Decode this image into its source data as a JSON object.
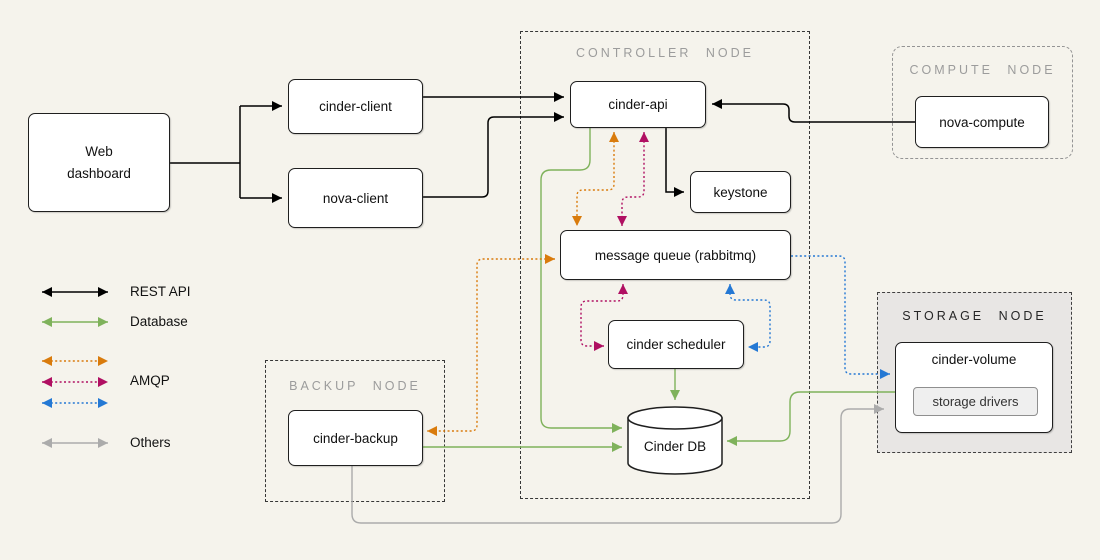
{
  "nodes": {
    "controller": {
      "label": "CONTROLLER NODE"
    },
    "compute": {
      "label": "COMPUTE NODE"
    },
    "backup": {
      "label": "BACKUP NODE"
    },
    "storage": {
      "label": "STORAGE NODE"
    }
  },
  "components": {
    "web_dashboard": {
      "label": "Web dashboard"
    },
    "cinder_client": {
      "label": "cinder-client"
    },
    "nova_client": {
      "label": "nova-client"
    },
    "cinder_api": {
      "label": "cinder-api"
    },
    "keystone": {
      "label": "keystone"
    },
    "message_queue": {
      "label": "message queue (rabbitmq)"
    },
    "cinder_scheduler": {
      "label": "cinder scheduler"
    },
    "cinder_db": {
      "label": "Cinder DB"
    },
    "nova_compute": {
      "label": "nova-compute"
    },
    "cinder_backup": {
      "label": "cinder-backup"
    },
    "cinder_volume": {
      "label": "cinder-volume"
    },
    "storage_drivers": {
      "label": "storage drivers"
    }
  },
  "legend": {
    "items": [
      {
        "label": "REST API",
        "color": "#000000",
        "style": "solid"
      },
      {
        "label": "Database",
        "color": "#7fb25b",
        "style": "solid"
      },
      {
        "label": "AMQP",
        "colors": [
          "#d97b0c",
          "#b00f62",
          "#2478d4"
        ],
        "style": "dotted"
      },
      {
        "label": "Others",
        "color": "#ababab",
        "style": "solid"
      }
    ]
  },
  "colors": {
    "rest_api": "#000000",
    "database": "#7fb25b",
    "amqp_orange": "#d97b0c",
    "amqp_magenta": "#b00f62",
    "amqp_blue": "#2478d4",
    "others": "#ababab",
    "background": "#f5f3ec",
    "storage_node_fill": "#e8e6e4"
  },
  "edges": [
    {
      "from": "web_dashboard",
      "to": "cinder_client",
      "type": "REST API",
      "bidirectional": false
    },
    {
      "from": "web_dashboard",
      "to": "nova_client",
      "type": "REST API",
      "bidirectional": false
    },
    {
      "from": "cinder_client",
      "to": "cinder_api",
      "type": "REST API",
      "bidirectional": false
    },
    {
      "from": "nova_client",
      "to": "cinder_api",
      "type": "REST API",
      "bidirectional": false
    },
    {
      "from": "nova_compute",
      "to": "cinder_api",
      "type": "REST API",
      "bidirectional": false
    },
    {
      "from": "cinder_api",
      "to": "keystone",
      "type": "REST API",
      "bidirectional": false
    },
    {
      "from": "cinder_api",
      "to": "message_queue",
      "type": "AMQP",
      "color": "#d97b0c",
      "bidirectional": true
    },
    {
      "from": "cinder_api",
      "to": "message_queue",
      "type": "AMQP",
      "color": "#b00f62",
      "bidirectional": true
    },
    {
      "from": "message_queue",
      "to": "cinder_scheduler",
      "type": "AMQP",
      "color": "#b00f62",
      "bidirectional": true
    },
    {
      "from": "message_queue",
      "to": "cinder_scheduler",
      "type": "AMQP",
      "color": "#2478d4",
      "bidirectional": true
    },
    {
      "from": "message_queue",
      "to": "cinder_backup",
      "type": "AMQP",
      "color": "#d97b0c",
      "bidirectional": true
    },
    {
      "from": "message_queue",
      "to": "cinder_volume",
      "type": "AMQP",
      "color": "#2478d4",
      "bidirectional": false
    },
    {
      "from": "cinder_api",
      "to": "cinder_db",
      "type": "Database",
      "bidirectional": false
    },
    {
      "from": "cinder_scheduler",
      "to": "cinder_db",
      "type": "Database",
      "bidirectional": false
    },
    {
      "from": "cinder_backup",
      "to": "cinder_db",
      "type": "Database",
      "bidirectional": false
    },
    {
      "from": "cinder_volume",
      "to": "cinder_db",
      "type": "Database",
      "bidirectional": false
    },
    {
      "from": "cinder_backup",
      "to": "storage_drivers",
      "type": "Others",
      "bidirectional": false
    }
  ]
}
